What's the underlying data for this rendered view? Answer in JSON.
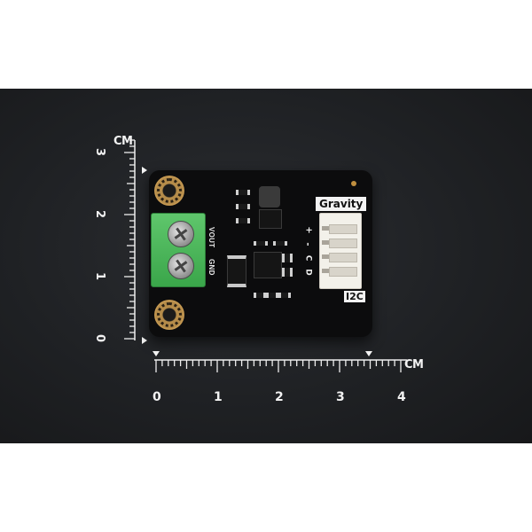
{
  "ruler": {
    "unit": "CM",
    "vertical_numbers": [
      "3",
      "2",
      "1",
      "0"
    ],
    "horizontal_numbers": [
      "0",
      "1",
      "2",
      "3",
      "4"
    ]
  },
  "board": {
    "connector_label": "Gravity",
    "interface_label": "I2C",
    "pin_label_vout": "VOUT",
    "pin_label_gnd": "GND",
    "connector_pins": [
      "+",
      "-",
      "C",
      "D"
    ]
  },
  "colors": {
    "background": "#1f2124",
    "board": "#0c0c0d",
    "terminal": "#4bb85a",
    "mount_hole": "#b58c4a",
    "connector": "#f3f1ea"
  }
}
